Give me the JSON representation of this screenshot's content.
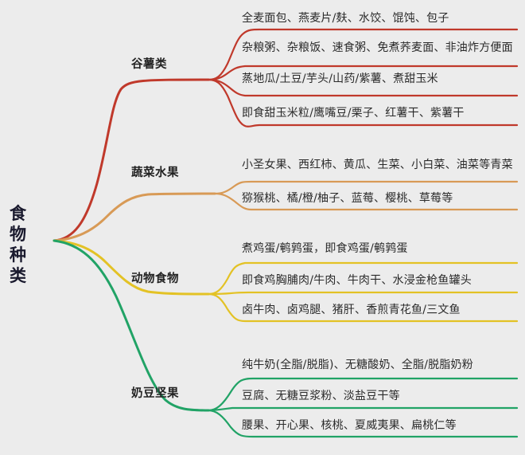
{
  "diagram": {
    "type": "mindmap",
    "background_color": "#ececec",
    "root": {
      "label": "食物种类",
      "label_chars": "食\n物\n种\n类"
    },
    "branches": [
      {
        "id": "grains",
        "label": "谷薯类",
        "color": "#c0392b",
        "items": [
          "全麦面包、燕麦片/麸、水饺、馄饨、包子",
          "杂粮粥、杂粮饭、速食粥、免煮荞麦面、非油炸方便面",
          "蒸地瓜/土豆/芋头/山药/紫薯、煮甜玉米",
          "即食甜玉米粒/鹰嘴豆/栗子、红薯干、紫薯干"
        ]
      },
      {
        "id": "vegetables-fruits",
        "label": "蔬菜水果",
        "color": "#d89a56",
        "items": [
          "小圣女果、西红柿、黄瓜、生菜、小白菜、油菜等青菜",
          "猕猴桃、橘/橙/柚子、蓝莓、樱桃、草莓等"
        ]
      },
      {
        "id": "animal-foods",
        "label": "动物食物",
        "color": "#e3c225",
        "items": [
          "煮鸡蛋/鹌鹑蛋，即食鸡蛋/鹌鹑蛋",
          "即食鸡胸脯肉/牛肉、牛肉干、水浸金枪鱼罐头",
          "卤牛肉、卤鸡腿、猪肝、香煎青花鱼/三文鱼"
        ]
      },
      {
        "id": "dairy-beans-nuts",
        "label": "奶豆坚果",
        "color": "#21a366",
        "items": [
          "纯牛奶(全脂/脱脂)、无糖酸奶、全脂/脱脂奶粉",
          "豆腐、无糖豆浆粉、淡盐豆干等"
        ]
      }
    ],
    "extra_items": {
      "dairy_third": "腰果、开心果、核桃、夏威夷果、扁桃仁等"
    }
  }
}
